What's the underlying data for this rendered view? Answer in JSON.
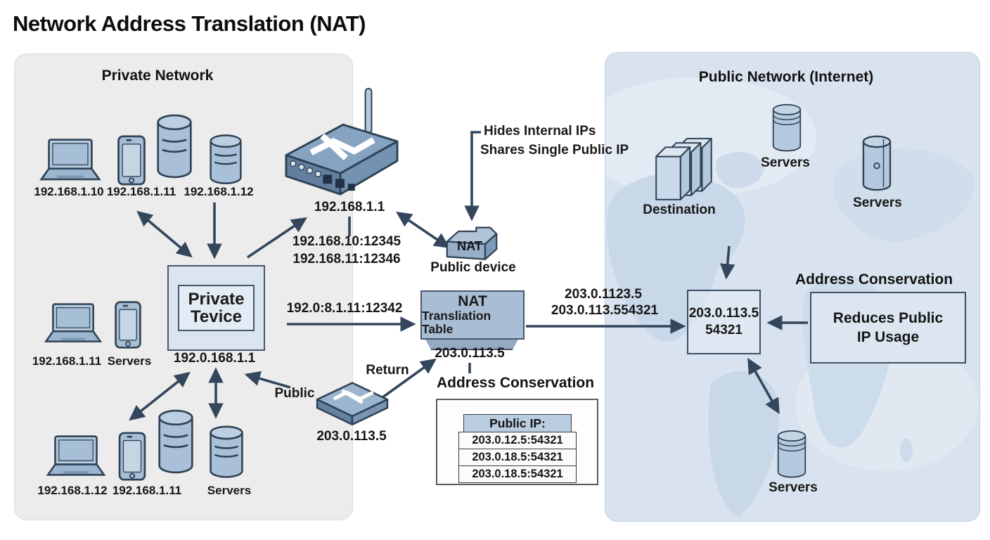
{
  "title": "Network Address Translation (NAT)",
  "colors": {
    "private_panel_bg": "#ececec",
    "public_panel_bg": "#d9e3ef",
    "device_fill": "#a9c0d8",
    "nat_box_fill": "#a9bdd4",
    "arrow": "#33465c",
    "text": "#151515"
  },
  "private_network": {
    "heading": "Private Network",
    "top_row": {
      "laptop_ip": "192.168.1.10",
      "phone_ip": "192.168.1.11",
      "db_ip": "192.168.1.12"
    },
    "mid_row": {
      "laptop_ip": "192.168.1.11",
      "phone_label": "Servers"
    },
    "bottom_row": {
      "laptop_ip": "192.168.1.12",
      "phone_ip": "192.168.1.11",
      "db_label": "Servers"
    },
    "router_ip": "192.168.1.1",
    "port_mappings": [
      "192.168.10:12345",
      "192.168.11:12346"
    ],
    "private_device": {
      "line1": "Private",
      "line2": "Tevice",
      "ip": "192.0.168.1.1"
    },
    "flow_label": "192.0:8.1.11:12342",
    "public_label": "Public",
    "public_switch_ip": "203.0.113.5",
    "return_label": "Return"
  },
  "nat_middle": {
    "callout_line1": "Hides Internal IPs",
    "callout_line2": "Shares Single Public IP",
    "nat_device_label": "NAT",
    "nat_device_caption": "Public device",
    "table_box_line1": "NAT",
    "table_box_line2": "Transliation Table",
    "table_box_ip": "203.0.113.5",
    "out_label_line1": "203.0.1123.5",
    "out_label_line2": "203.0.113.554321",
    "conservation_heading": "Address Conservation",
    "conservation_table": {
      "header": "Public IP:",
      "rows": [
        "203.0.12.5:54321",
        "203.0.18.5:54321",
        "203.0.18.5:54321"
      ]
    }
  },
  "public_network": {
    "heading": "Public Network (Internet)",
    "destination_label": "Destination",
    "servers_top_label": "Servers",
    "servers_right_label": "Servers",
    "servers_bottom_label": "Servers",
    "conservation_heading": "Address Conservation",
    "ip_box_line1": "203.0.113.5",
    "ip_box_line2": "54321",
    "benefit_line1": "Reduces Public",
    "benefit_line2": "IP Usage"
  }
}
